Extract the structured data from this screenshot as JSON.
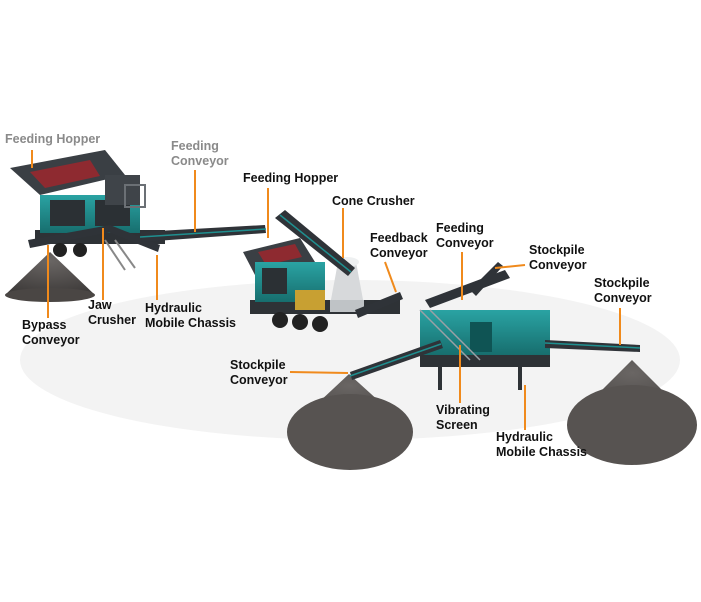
{
  "labels": {
    "feeding_hopper_1": "Feeding Hopper",
    "feeding_conveyor_1": "Feeding\nConveyor",
    "feeding_hopper_2": "Feeding Hopper",
    "cone_crusher": "Cone Crusher",
    "feedback_conveyor": "Feedback\nConveyor",
    "feeding_conveyor_2": "Feeding\nConveyor",
    "stockpile_conveyor_1": "Stockpile\nConveyor",
    "stockpile_conveyor_2": "Stockpile\nConveyor",
    "jaw_crusher": "Jaw\nCrusher",
    "hydraulic_chassis_1": "Hydraulic\nMobile Chassis",
    "bypass_conveyor": "Bypass\nConveyor",
    "stockpile_conveyor_3": "Stockpile\nConveyor",
    "vibrating_screen": "Vibrating\nScreen",
    "hydraulic_chassis_2": "Hydraulic\nMobile Chassis"
  },
  "colors": {
    "leader": "#f08a1c",
    "machine_teal": "#1f8f8f",
    "machine_dark": "#3a3f44",
    "hopper_red": "#8e2a30",
    "pile": "#5a5654",
    "faded_text": "#8a8a8a"
  }
}
